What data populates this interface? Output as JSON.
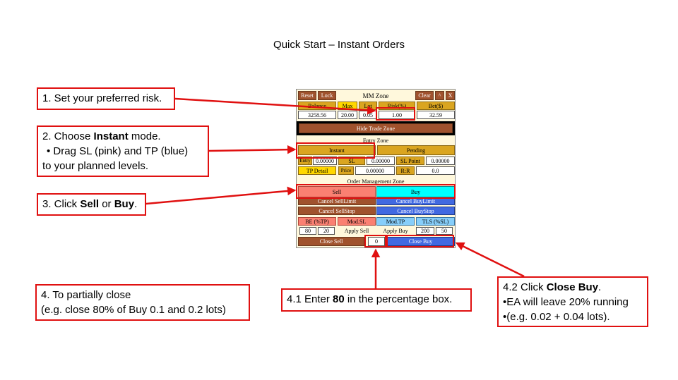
{
  "title": "Quick Start – Instant Orders",
  "callouts": {
    "c1": {
      "prefix": "1. Set your preferred risk."
    },
    "c2": {
      "line1_a": "2. Choose ",
      "line1_b": "Instant",
      "line1_c": " mode.",
      "line2": "•    Drag SL (pink) and TP (blue)",
      "line3": "to your planned levels."
    },
    "c3": {
      "a": "3. Click ",
      "b": "Sell",
      "c": " or ",
      "d": "Buy",
      "e": "."
    },
    "c4": {
      "line1": "4. To partially close",
      "line2": "(e.g. close 80% of Buy 0.1 and 0.2 lots)"
    },
    "c41": {
      "a": "4.1 Enter ",
      "b": "80",
      "c": " in the percentage box."
    },
    "c42": {
      "line1_a": "4.2 Click ",
      "line1_b": "Close Buy",
      "line1_c": ".",
      "line2": "•EA will leave 20% running",
      "line3": "•(e.g. 0.02 + 0.04 lots)."
    }
  },
  "panel": {
    "mm": {
      "reset": "Reset",
      "lock": "Lock",
      "title": "MM Zone",
      "clear": "Clear",
      "up": "^",
      "close": "X",
      "h_balance": "Balance",
      "h_max": "Max",
      "h_lot": "Lot",
      "h_risk": "Risk(%)",
      "h_bet": "Bet($)",
      "v_balance": "3258.56",
      "v_max": "20.00",
      "v_lot": "0.05",
      "v_risk": "1.00",
      "v_bet": "32.59"
    },
    "hide_trade": "Hide Trade Zone",
    "entry": {
      "title": "Entry Zone",
      "instant": "Instant",
      "pending": "Pending",
      "entry_lbl": "Entry",
      "entry_val": "0.00000",
      "sl_lbl": "SL",
      "sl_val": "0.00000",
      "slpoint_lbl": "SL Point",
      "slpoint_val": "0.00000",
      "tp_detail": "TP Detail",
      "price_lbl": "Price",
      "price_val": "0.00000",
      "rr_lbl": "R:R",
      "rr_val": "0.0"
    },
    "order": {
      "title": "Order Management Zone",
      "sell": "Sell",
      "buy": "Buy",
      "cancel_selllimit": "Cancel SellLimit",
      "cancel_buylimit": "Cancel BuyLimit",
      "cancel_sellstop": "Cancel SellStop",
      "cancel_buystop": "Cancel BuyStop",
      "be": "BE (%TP)",
      "modsl": "Mod.SL",
      "modtp": "Mod.TP",
      "tls": "TLS (%SL)",
      "v80": "80",
      "v20": "20",
      "apply_sell": "Apply Sell",
      "apply_buy": "Apply Buy",
      "v200": "200",
      "v50": "50",
      "close_sell": "Close Sell",
      "pct": "0",
      "close_buy": "Close Buy"
    }
  }
}
